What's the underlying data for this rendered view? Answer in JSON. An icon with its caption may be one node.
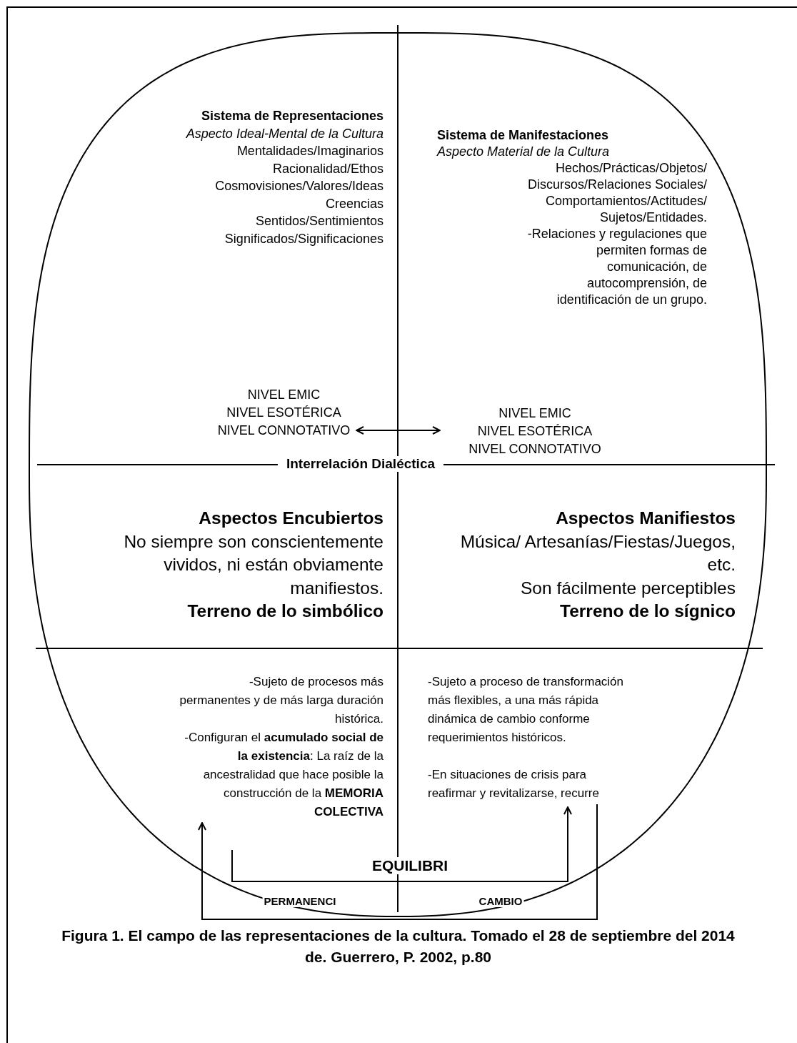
{
  "diagram": {
    "caption": "Figura 1. El campo de las representaciones de la cultura.  Tomado el 28 de septiembre del 2014 de. Guerrero, P. 2002, p.80",
    "nodes": [
      {
        "text": [],
        "shape": "ellipse"
      },
      {
        "text": [
          "Sistema de Representaciones",
          "Aspecto Ideal-Mental de la Cultura",
          "Mentalidades/Imaginarios",
          "Racionalidad/Ethos",
          "Cosmovisiones/Valores/Ideas",
          "Creencias",
          "Sentidos/Sentimientos",
          "Significados/Significaciones"
        ],
        "in": 0
      },
      {
        "text": [
          "Sistema de Manifestaciones",
          "Aspecto Material de la Cultura",
          "Hechos/Prácticas/Objetos/ Discursos/Relaciones Sociales/ Comportamientos/Actitudes/ Sujetos/Entidades.",
          "-Relaciones y regulaciones que permiten formas de comunicación, de autocomprensión, de identificación de un grupo."
        ],
        "in": 0
      },
      {
        "text": [
          "NIVEL EMIC",
          "NIVEL ESOTÉRICA",
          "NIVEL CONNOTATIVO"
        ],
        "in": 0
      },
      {
        "text": [
          "NIVEL EMIC",
          "NIVEL ESOTÉRICA",
          "NIVEL CONNOTATIVO"
        ],
        "in": 0
      },
      {
        "text": [
          "Aspectos Encubiertos",
          "No siempre son conscientemente vividos, ni están obviamente manifiestos.",
          "Terreno de lo simbólico"
        ],
        "in": 0
      },
      {
        "text": [
          "Aspectos Manifiestos",
          "Música/ Artesanías/Fiestas/Juegos, etc.",
          "Son fácilmente perceptibles",
          "Terreno de lo sígnico"
        ],
        "in": 0
      },
      {
        "text": [
          "-Sujeto de procesos más permanentes y de más larga duración histórica.",
          "-Configuran el **acumulado social de la existencia**: La raíz de la ancestralidad que hace posible la construcción de la **MEMORIA COLECTIVA**"
        ],
        "in": 0
      },
      {
        "text": [
          "-Sujeto a proceso de transformación más flexibles, a una más rápida dinámica de cambio conforme requerimientos históricos.",
          "-En situaciones de crisis para reafirmar y revitalizarse, recurre"
        ],
        "in": 0
      }
    ],
    "edges": [
      {
        "from": 3,
        "to": 4,
        "arrow": "both"
      },
      {
        "from": 8,
        "to": 7,
        "arrow": "to"
      },
      {
        "from": 7,
        "to": 8,
        "arrow": "to"
      }
    ],
    "labels": [
      "Interrelación Dialéctica",
      "EQUILIBRI",
      "PERMANENCI",
      "CAMBIO"
    ]
  }
}
